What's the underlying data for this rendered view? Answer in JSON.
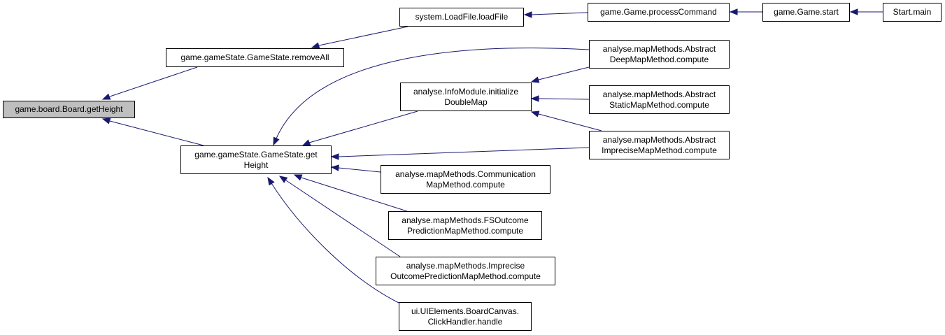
{
  "colors": {
    "edge": "#191970",
    "root_fill": "#bfbfbf",
    "node_fill": "#ffffff",
    "border": "#000000"
  },
  "nodes": {
    "getHeight_board": [
      "game.board.Board.getHeight"
    ],
    "removeAll": [
      "game.gameState.GameState.removeAll"
    ],
    "getHeight_state": [
      "game.gameState.GameState.get",
      "Height"
    ],
    "loadFile": [
      "system.LoadFile.loadFile"
    ],
    "processCommand": [
      "game.Game.processCommand"
    ],
    "gameStart": [
      "game.Game.start"
    ],
    "startMain": [
      "Start.main"
    ],
    "deepMap": [
      "analyse.mapMethods.Abstract",
      "DeepMapMethod.compute"
    ],
    "infoModule": [
      "analyse.InfoModule.initialize",
      "DoubleMap"
    ],
    "staticMap": [
      "analyse.mapMethods.Abstract",
      "StaticMapMethod.compute"
    ],
    "impreciseMap": [
      "analyse.mapMethods.Abstract",
      "ImpreciseMapMethod.compute"
    ],
    "communication": [
      "analyse.mapMethods.Communication",
      "MapMethod.compute"
    ],
    "fsOutcome": [
      "analyse.mapMethods.FSOutcome",
      "PredictionMapMethod.compute"
    ],
    "impreciseOutcome": [
      "analyse.mapMethods.Imprecise",
      "OutcomePredictionMapMethod.compute"
    ],
    "clickHandler": [
      "ui.UIElements.BoardCanvas.",
      "ClickHandler.handle"
    ]
  },
  "edges": [
    [
      "removeAll",
      "getHeight_board"
    ],
    [
      "getHeight_state",
      "getHeight_board"
    ],
    [
      "loadFile",
      "removeAll"
    ],
    [
      "processCommand",
      "loadFile"
    ],
    [
      "gameStart",
      "processCommand"
    ],
    [
      "startMain",
      "gameStart"
    ],
    [
      "deepMap",
      "getHeight_state"
    ],
    [
      "infoModule",
      "getHeight_state"
    ],
    [
      "impreciseMap",
      "getHeight_state"
    ],
    [
      "communication",
      "getHeight_state"
    ],
    [
      "fsOutcome",
      "getHeight_state"
    ],
    [
      "impreciseOutcome",
      "getHeight_state"
    ],
    [
      "clickHandler",
      "getHeight_state"
    ],
    [
      "deepMap",
      "infoModule"
    ],
    [
      "staticMap",
      "infoModule"
    ],
    [
      "impreciseMap",
      "infoModule"
    ]
  ]
}
